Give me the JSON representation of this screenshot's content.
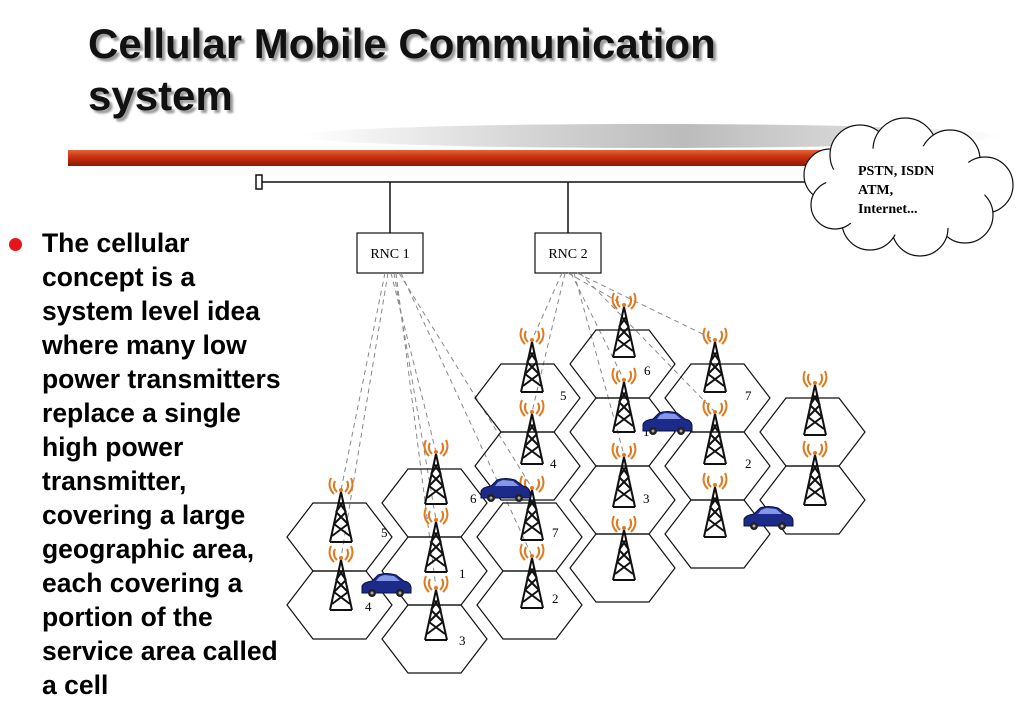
{
  "title": {
    "lines": [
      "Cellular Mobile Communication",
      "system"
    ]
  },
  "body": {
    "lines": [
      "The cellular",
      "concept is a",
      "system level idea",
      "where many low",
      "power transmitters",
      "replace a single",
      "high power",
      "transmitter,",
      "covering a large",
      "geographic area,",
      "each covering a",
      "portion of the",
      "service area called",
      "a cell"
    ]
  },
  "diagram": {
    "rnc1": "RNC 1",
    "rnc2": "RNC 2",
    "cloud": [
      "PSTN, ISDN",
      "ATM,",
      "Internet..."
    ],
    "cluster_left": {
      "cells": [
        "6",
        "5",
        "7",
        "1",
        "4",
        "2",
        "3"
      ]
    },
    "cluster_right": {
      "cells": [
        "6",
        "5",
        "7",
        "1",
        "4",
        "2",
        "3"
      ]
    }
  },
  "colors": {
    "bullet": "#e8141a",
    "title_shadow": "#9a9a9a",
    "bar_red": "#c72e0f",
    "car": "#1c2a8a",
    "antenna_rays": "#e07a1f"
  },
  "icons": [
    "tower-icon",
    "car-icon",
    "cloud-icon"
  ]
}
